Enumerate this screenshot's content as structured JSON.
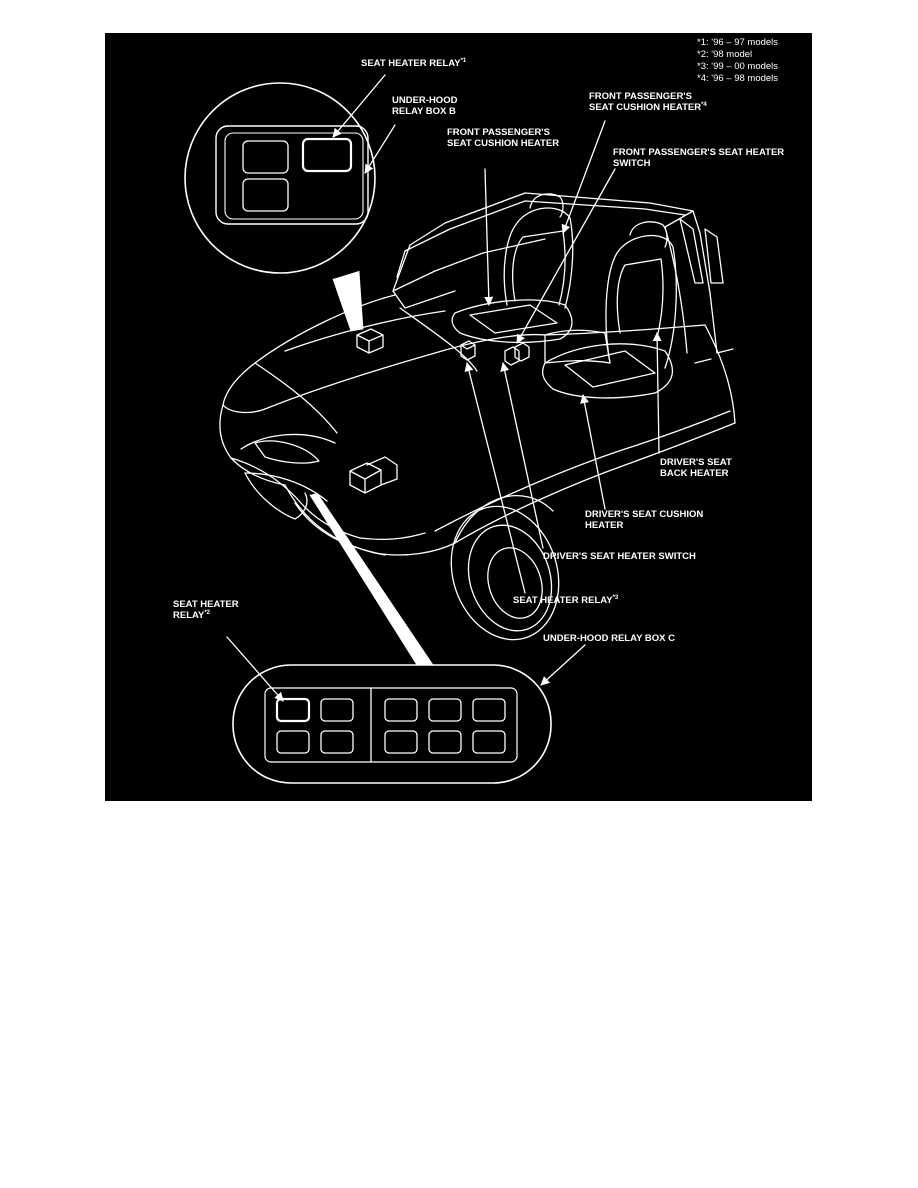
{
  "footnotes": [
    "*1: '96 – 97 models",
    "*2: '98 model",
    "*3: '99 – 00 models",
    "*4: '96 – 98 models"
  ],
  "labels": {
    "seat_heater_relay_1": {
      "text": "SEAT HEATER RELAY",
      "sup": "*1"
    },
    "under_hood_relay_box_b": {
      "line1": "UNDER-HOOD",
      "line2": "RELAY BOX B"
    },
    "front_passenger_cushion_heater_4": {
      "line1": "FRONT PASSENGER'S",
      "line2": "SEAT CUSHION HEATER",
      "sup": "*4"
    },
    "front_passenger_cushion_heater": {
      "line1": "FRONT PASSENGER'S",
      "line2": "SEAT CUSHION HEATER"
    },
    "front_passenger_heater_switch": {
      "line1": "FRONT PASSENGER'S SEAT HEATER",
      "line2": "SWITCH"
    },
    "drivers_seat_back_heater": {
      "line1": "DRIVER'S SEAT",
      "line2": "BACK HEATER"
    },
    "drivers_seat_cushion_heater": {
      "line1": "DRIVER'S SEAT CUSHION",
      "line2": "HEATER"
    },
    "drivers_seat_heater_switch": {
      "text": "DRIVER'S SEAT HEATER SWITCH"
    },
    "seat_heater_relay_3": {
      "text": "SEAT HEATER RELAY",
      "sup": "*3"
    },
    "seat_heater_relay_2": {
      "line1": "SEAT HEATER",
      "line2": "RELAY",
      "sup": "*2"
    },
    "under_hood_relay_box_c": {
      "text": "UNDER-HOOD RELAY BOX C"
    }
  },
  "colors": {
    "background": "#000000",
    "line": "#ffffff",
    "page": "#ffffff"
  }
}
